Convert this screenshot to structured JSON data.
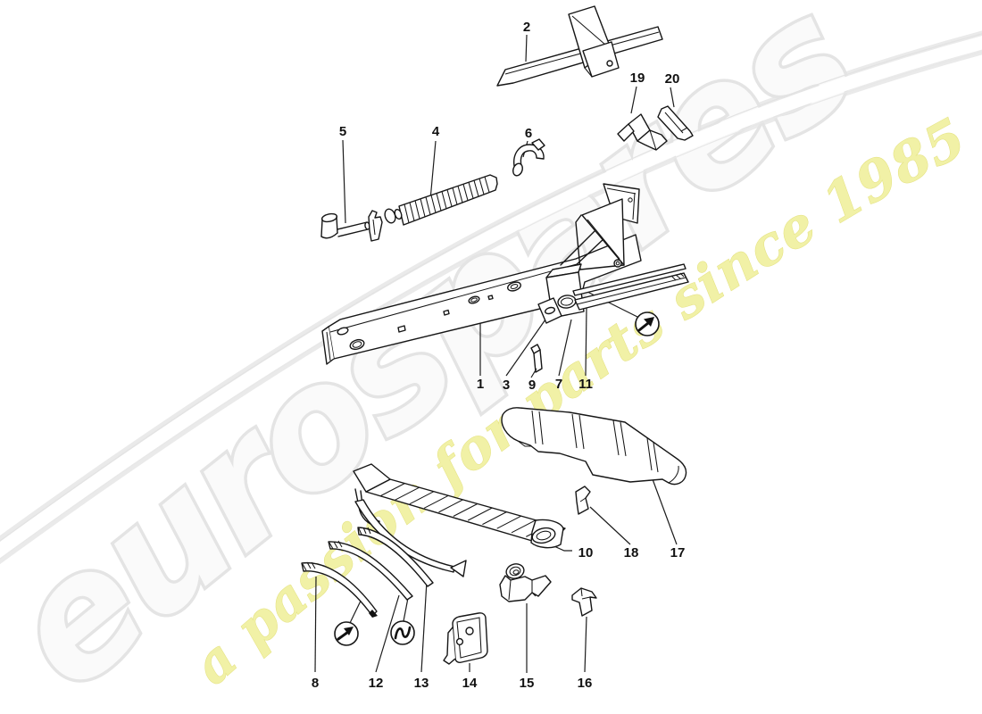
{
  "page": {
    "background_color": "#ffffff"
  },
  "watermark": {
    "brand": "eurospares",
    "tagline": "a passion for parts since 1985",
    "brand_outline_color": "#e4e4e4",
    "brand_fill_color": "#fafafa",
    "tagline_color": "#f1f1a6"
  },
  "icons": [
    {
      "name": "install-direction-arrow-icon",
      "shape": "arrow-up-right"
    },
    {
      "name": "install-direction-arrow-icon",
      "shape": "arrow-up-right"
    },
    {
      "name": "sealant-wave-icon",
      "shape": "s-curve"
    }
  ],
  "callouts": {
    "c1": {
      "label": "1"
    },
    "c2": {
      "label": "2"
    },
    "c3": {
      "label": "3"
    },
    "c4": {
      "label": "4"
    },
    "c5": {
      "label": "5"
    },
    "c6": {
      "label": "6"
    },
    "c7": {
      "label": "7"
    },
    "c8": {
      "label": "8"
    },
    "c9": {
      "label": "9"
    },
    "c10": {
      "label": "10"
    },
    "c11": {
      "label": "11"
    },
    "c12": {
      "label": "12"
    },
    "c13": {
      "label": "13"
    },
    "c14": {
      "label": "14"
    },
    "c15": {
      "label": "15"
    },
    "c16": {
      "label": "16"
    },
    "c17": {
      "label": "17"
    },
    "c18": {
      "label": "18"
    },
    "c19": {
      "label": "19"
    },
    "c20": {
      "label": "20"
    }
  }
}
